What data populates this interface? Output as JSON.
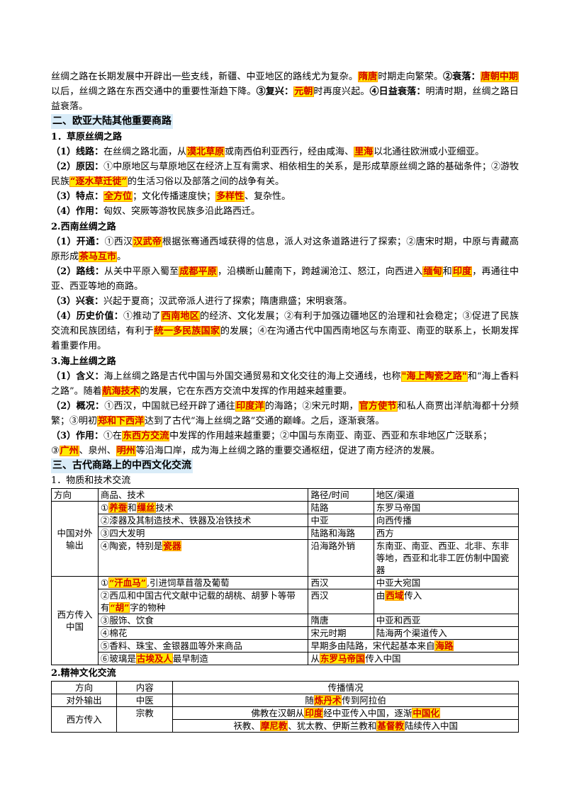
{
  "intro": {
    "p1": "丝绸之路在长期发展中开辟出一些支线，新疆、中亚地区的路线尤为复杂。",
    "h_suitang": "隋唐",
    "p2": "时期走向繁荣。",
    "s2": "②衰落：",
    "h_tang": "唐朝中期",
    "p3": "以后，丝绸之路在东西交通中的重要性渐趋下降。",
    "s3": "③复兴：",
    "h_yuan": "元朝",
    "p4": "时再度兴起。",
    "s4": "④日益衰落：",
    "p5": "明清时期，丝绸之路日益衰落。"
  },
  "sec2": {
    "title": "二、欧亚大陆其他重要商路",
    "r1": {
      "title": "1．草原丝绸之路",
      "l1_label": "（1）线路：",
      "l1_a": "在丝绸之路北面，从",
      "l1_h1": "漠北草原",
      "l1_b": "或南西伯利亚西行，经由咸海、",
      "l1_h2": "里海",
      "l1_c": "以北通往欧洲或小亚细亚。",
      "l2_label": "（2）原因：",
      "l2_a": "①中原地区与草原地区在经济上互有需求、相依相生的关系，是形成草原丝绸之路的基础条件；②游牧民族",
      "l2_h": "“逐水草迁徙”",
      "l2_b": "的生活习俗以及部落之间的战争有关。",
      "l3_label": "（3）特点：",
      "l3_h1": "全方位",
      "l3_a": "；文化传播速度快；",
      "l3_h2": "多样性",
      "l3_b": "、复杂性。",
      "l4_label": "（4）作用：",
      "l4_a": "匈奴、突厥等游牧民族多沿此路西迁。"
    },
    "r2": {
      "title": "2.西南丝绸之路",
      "l1_label": "（1）开通：",
      "l1_a": "①西汉",
      "l1_h1": "汉武帝",
      "l1_b": "根据张骞通西域获得的信息，派人对这条道路进行了探索；②唐宋时期，中原与青藏高原形成",
      "l1_h2": "茶马互市",
      "l1_c": "。",
      "l2_label": "（2）路线：",
      "l2_a": "从关中平原入蜀至",
      "l2_h1": "成都平原",
      "l2_b": "，沿横断山麓南下，跨越澜沧江、怒江，向西进入",
      "l2_h2": "缅甸",
      "l2_c": "和",
      "l2_h3": "印度",
      "l2_d": "，再通往中亚、西亚等地的商路。",
      "l3_label": "（3）兴衰：",
      "l3_a": "兴起于夏商；汉武帝派人进行了探索；隋唐鼎盛；宋明衰落。",
      "l4_label": "（4）历史价值：",
      "l4_a": "①推动了",
      "l4_h1": "西南地区",
      "l4_b": "的经济、文化发展；②有利于加强边疆地区的治理和社会稳定；③促进了民族交流和民族团结，有利于",
      "l4_h2": "统一多民族国家",
      "l4_c": "的发展；④在沟通古代中国西南地区与东南亚、南亚的联系上，长期发挥着重要作用。"
    },
    "r3": {
      "title": "3.海上丝绸之路",
      "l1_label": "（1）含义：",
      "l1_a": "海上丝绸之路是古代中国与外国交通贸易和文化交往的海上交通线，也称",
      "l1_h1": "\"海上陶瓷之路\"",
      "l1_b": "和“海上香料之路”。随着",
      "l1_h2": "航海技术",
      "l1_c": "的发展，它在东西方交流中发挥的作用越来越重要。",
      "l2_label": "（2）概况：",
      "l2_a": "①西汉，中国就已经开辟了通往",
      "l2_h1": "印度洋",
      "l2_b": "的海路；②宋元时期，",
      "l2_h2": "官方使节",
      "l2_c": "和私人商贾出洋航海都十分频繁；③明初",
      "l2_h3": "郑和下西洋",
      "l2_d": "达到了古代“海上丝绸之路”交通的巅峰。之后，逐渐衰落。",
      "l3_label": "（3）作用：",
      "l3_a": "①在",
      "l3_h1": "东西方交流",
      "l3_b": "中发挥的作用越来越重要；②中国与东南亚、南亚、西亚和东非地区广泛联系；",
      "l3_c": "③",
      "l3_h2": "广州",
      "l3_d": "、泉州、",
      "l3_h3": "明州",
      "l3_e": "等沿海口岸，成为海上丝绸之路的重要交通枢纽，促进了南方经济的发展。"
    }
  },
  "sec3": {
    "title": "三、古代商路上的中西文化交流",
    "t1_title": "1．物质和技术交流",
    "t1_head": [
      "方向",
      "商品、技术",
      "路径/时间",
      "地区/渠道"
    ],
    "t1_out_label": "中国对外输出",
    "t1_in_label": "西方传入中国",
    "out": {
      "r1_a": "①",
      "r1_h1": "养蚕",
      "r1_b": "和",
      "r1_h2": "缫丝",
      "r1_c": "技术",
      "r1_path": "陆路",
      "r1_reg": "东罗马帝国",
      "r2_a": "②漆器及其制造技术、铁器及冶铁技术",
      "r2_path": "中亚",
      "r2_reg": "向西传播",
      "r3_a": "③四大发明",
      "r3_path": "陆路和海路",
      "r3_reg": "西方",
      "r4_a": "④陶瓷，特别是",
      "r4_h": "瓷器",
      "r4_path": "沿海路外销",
      "r4_reg": "东南亚、南亚、西亚、北非、东非等地，西亚和北非工匠仿制中国瓷器"
    },
    "inp": {
      "r1_a": "①",
      "r1_h": "“汗血马”",
      "r1_b": ",引进饲草苜蓿及葡萄",
      "r1_path": "西汉",
      "r1_reg": "中亚大宛国",
      "r2_a": "②西瓜和中国古代文献中记载的胡桃、胡萝卜等带有",
      "r2_h": "“胡”",
      "r2_b": "字的物种",
      "r2_path": "西汉",
      "r2_reg_a": "由",
      "r2_reg_h": "西域",
      "r2_reg_b": "传入",
      "r3_a": "③服饰、饮食",
      "r3_path": "隋唐",
      "r3_reg": "中亚和西亚",
      "r4_a": "④棉花",
      "r4_path": "宋元时期",
      "r4_reg": "陆海两个渠道传入",
      "r5_a": "⑤香料、珠宝、金银器皿等外来商品",
      "r5_span_a": "早期多由陆路，宋代起基本来自",
      "r5_span_h": "海路",
      "r6_a": "⑥玻璃是",
      "r6_h": "古埃及人",
      "r6_b": "最早制造",
      "r6_span_a": "从",
      "r6_span_h": "东罗马帝国",
      "r6_span_b": "传入中国"
    },
    "t2_title": "2.精神文化交流",
    "t2_head": [
      "方向",
      "内容",
      "传播情况"
    ],
    "t2": {
      "out_dir": "对外输出",
      "out_content": "中医",
      "out_a": "随",
      "out_h": "炼丹术",
      "out_b": "传到阿拉伯",
      "in_dir": "西方传入",
      "in_content": "宗教",
      "in1_a": "佛教在汉朝从",
      "in1_h1": "印度",
      "in1_b": "经中亚传入中国，逐渐",
      "in1_h2": "中国化",
      "in2_a": "祆教、",
      "in2_h1": "摩尼教",
      "in2_b": "、犹太教、伊斯兰教和",
      "in2_h2": "基督教",
      "in2_c": "陆续传入中国"
    }
  }
}
